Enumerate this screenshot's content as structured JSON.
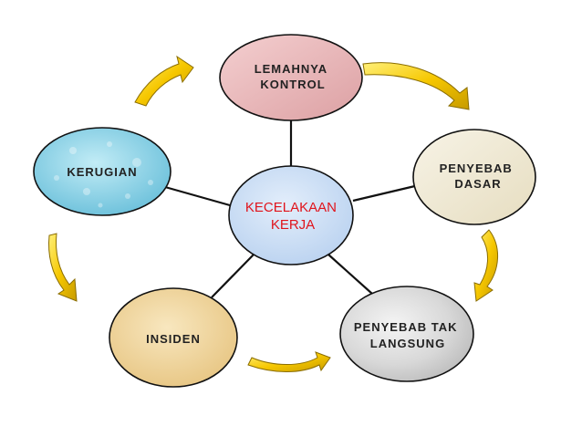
{
  "center": {
    "lines": [
      "KECELAKAAN",
      "KERJA"
    ],
    "text_color": "#e0141c"
  },
  "nodes": {
    "lemahnya_kontrol": {
      "lines": [
        "LEMAHNYA",
        "KONTROL"
      ]
    },
    "penyebab_dasar": {
      "lines": [
        "PENYEBAB",
        "DASAR"
      ]
    },
    "penyebab_tak_langsung": {
      "lines": [
        "PENYEBAB TAK",
        "LANGSUNG"
      ]
    },
    "insiden": {
      "lines": [
        "INSIDEN"
      ]
    },
    "kerugian": {
      "lines": [
        "KERUGIAN"
      ]
    }
  },
  "colors": {
    "lemahnya_kontrol_fill": "#e8b4b6",
    "penyebab_dasar_fill": "#f1ecd8",
    "penyebab_tak_langsung_fill": "#d6d6d6",
    "insiden_fill": "#f2d9a2",
    "kerugian_fill": "#8fd2e6",
    "center_fill": "#cfe2f7",
    "arrow_fill": "#f6c700",
    "arrow_shadow": "#b89a10",
    "label_color": "#222222"
  },
  "icons": {
    "cycle_arrows": "curved-arrow-icon"
  }
}
